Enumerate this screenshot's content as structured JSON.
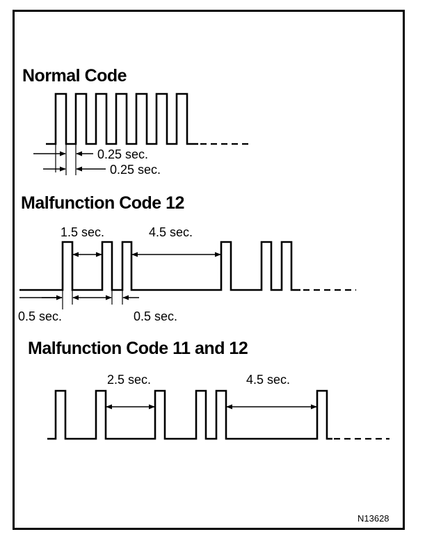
{
  "normal": {
    "title": "Normal Code",
    "label_on": "0.25 sec.",
    "label_off": "0.25 sec."
  },
  "code12": {
    "title": "Malfunction Code 12",
    "label_pause_short": "1.5 sec.",
    "label_pause_long": "4.5 sec.",
    "label_pulse_left": "0.5 sec.",
    "label_pulse_right": "0.5 sec."
  },
  "code11_12": {
    "title": "Malfunction Code 11 and 12",
    "label_pause_mid": "2.5 sec.",
    "label_pause_long": "4.5 sec."
  },
  "figure_number": "N13628"
}
